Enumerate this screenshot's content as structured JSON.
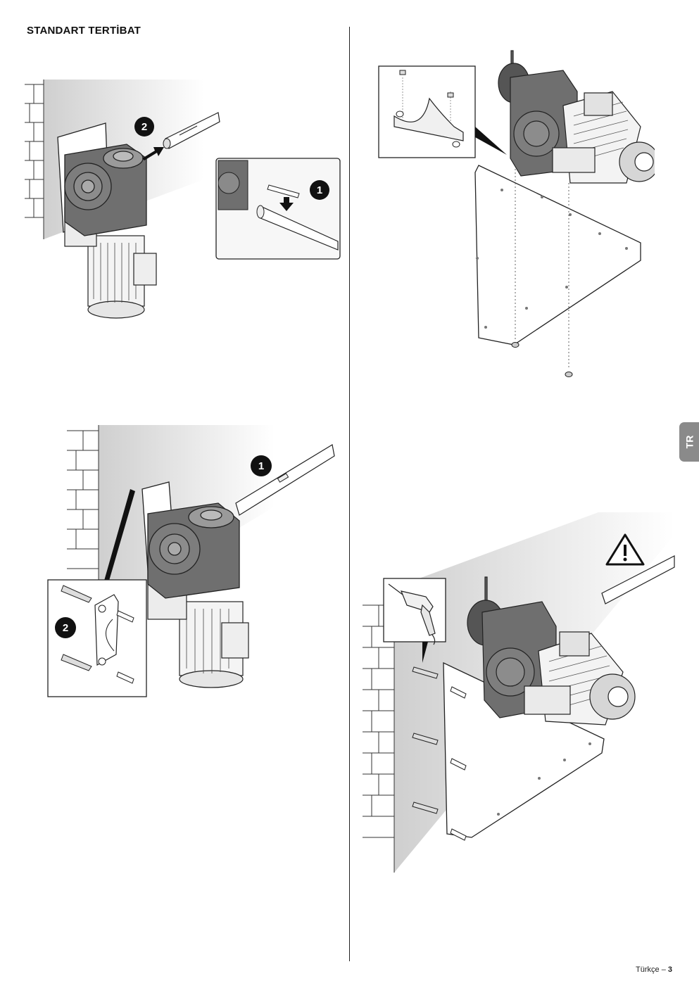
{
  "page": {
    "title": "STANDART TERTİBAT",
    "language_tab": "TR",
    "footer_label": "Türkçe – ",
    "footer_page": "3"
  },
  "figures": {
    "fig1": {
      "steps": [
        "2",
        "1"
      ]
    },
    "fig3": {
      "steps": [
        "1",
        "2"
      ]
    }
  },
  "icons": {
    "step_badge": "number-badge-icon",
    "warning": "warning-triangle-icon",
    "drill": "drill-icon"
  },
  "colors": {
    "badge": "#111111",
    "gearbox": "#6f6f6f",
    "wall": "#d6d6d6",
    "tab": "#8a8a8a"
  }
}
